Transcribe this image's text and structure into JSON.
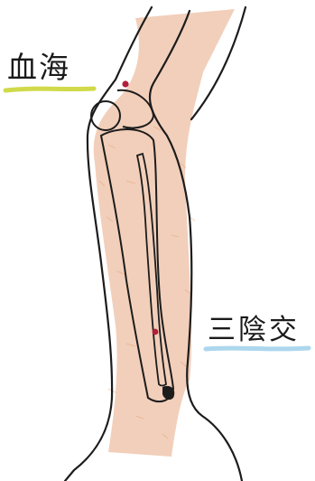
{
  "points": [
    {
      "id": "xuehai",
      "label": "血海",
      "marker_color": "#b0203a",
      "underline_color": "#c8d42a"
    },
    {
      "id": "sanyinjiao",
      "label": "三陰交",
      "marker_color": "#b0203a",
      "underline_color": "#9fd0ea"
    }
  ],
  "colors": {
    "outline": "#1c1c1c",
    "muscle_shading": "#e8a882",
    "background": "#ffffff"
  }
}
